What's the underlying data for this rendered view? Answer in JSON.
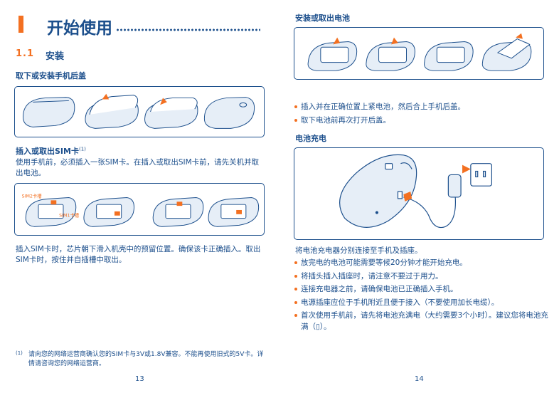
{
  "left_page": {
    "chapter_title": "开始使用",
    "section_number": "1.1",
    "section_title": "安装",
    "back_cover_heading": "取下或安装手机后盖",
    "sim_heading": "插入或取出SIM卡",
    "sim_heading_note": "(1)",
    "sim_intro": "使用手机前，必须插入一张SIM卡。在插入或取出SIM卡前，请先关机并取出电池。",
    "sim_figure_labels": {
      "sim2": "SIM2卡槽",
      "sim1": "SIM1卡槽"
    },
    "sim_instruction": "插入SIM卡时，芯片朝下滑入机壳中的预留位置。确保该卡正确插入。取出SIM卡时，按住并自插槽中取出。",
    "footnote_mark": "(1)",
    "footnote": "请向您的网络运营商确认您的SIM卡与3V或1.8V兼容。不能再使用旧式的5V卡。详情请咨询您的网络运营商。",
    "page_number": "13"
  },
  "right_page": {
    "battery_heading": "安装或取出电池",
    "battery_bullets": [
      "插入并在正确位置上紧电池，然后合上手机后盖。",
      "取下电池前再次打开后盖。"
    ],
    "charging_heading": "电池充电",
    "charging_intro": "将电池充电器分别连接至手机及插座。",
    "charging_bullets": [
      "放完电的电池可能需要等候20分钟才能开始充电。",
      "将插头插入插座时，请注意不要过于用力。",
      "连接充电器之前，请确保电池已正确插入手机。",
      "电源插座应位于手机附近且便于接入（不要使用加长电缆）。",
      "首次使用手机前，请先将电池充满电（大约需要3个小时）。建议您将电池充满（▯）。"
    ],
    "page_number": "14"
  },
  "colors": {
    "primary": "#1c4f8c",
    "accent": "#f37021",
    "fill": "#e6eef7"
  }
}
